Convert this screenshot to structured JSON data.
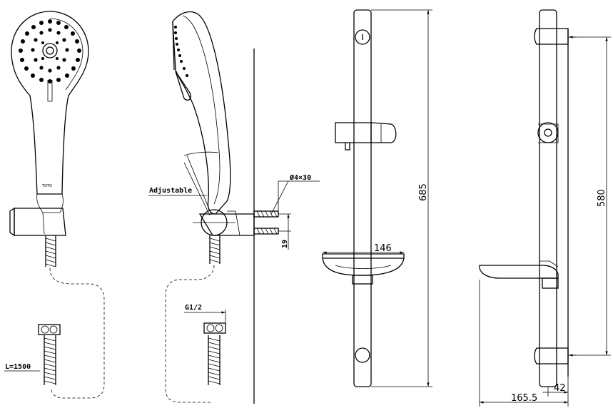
{
  "front_view": {
    "brand": "TOTO",
    "hose_length_label": "L=1500"
  },
  "side_view": {
    "adjustable_label": "Adjustable",
    "screw_label": "Ø4×30",
    "spacing_label": "19",
    "thread_label": "G1/2"
  },
  "rail_front_view": {
    "height_label": "685",
    "tray_width_label": "146"
  },
  "rail_side_view": {
    "bracket_spacing_label": "580",
    "depth_label": "165.5",
    "bracket_depth_label": "42"
  }
}
